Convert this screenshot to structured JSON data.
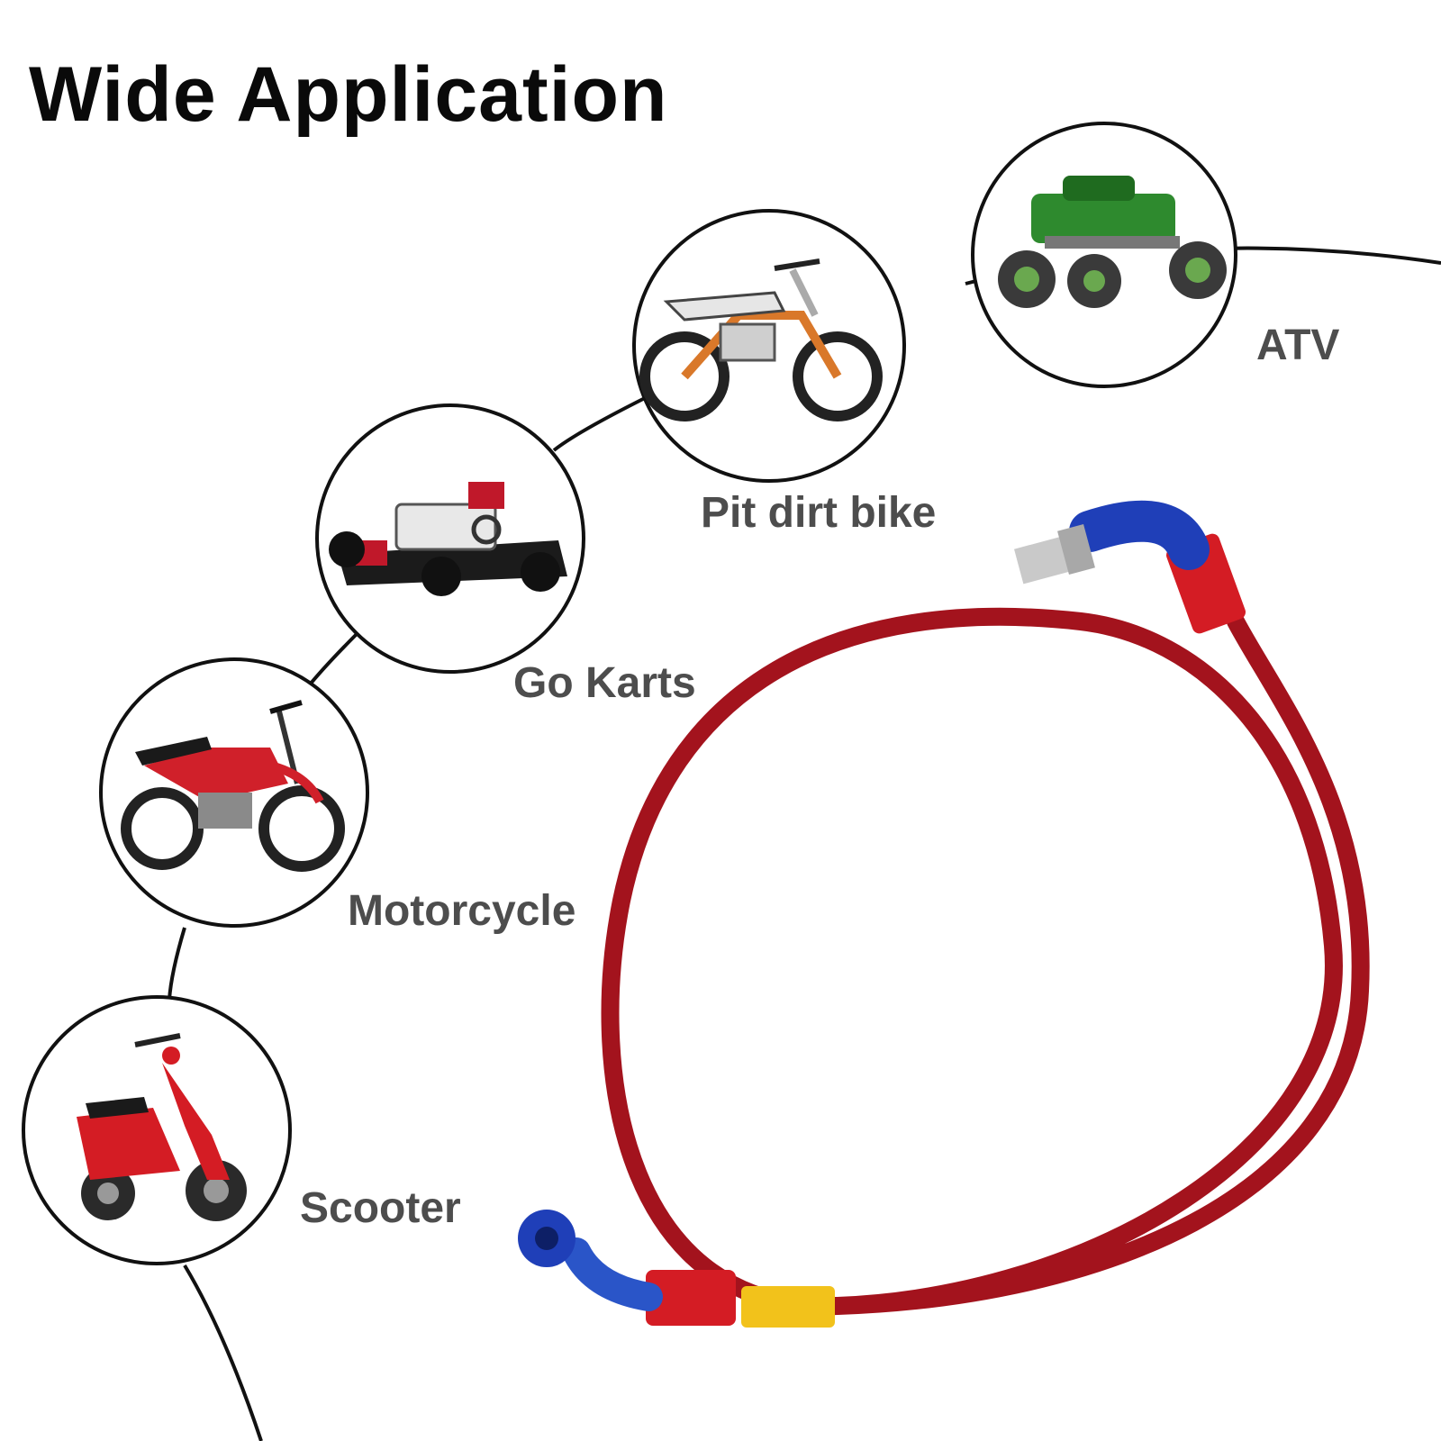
{
  "title": "Wide Application",
  "applications": [
    {
      "label": "ATV",
      "icon": "atv-icon"
    },
    {
      "label": "Pit dirt bike",
      "icon": "dirt-bike-icon"
    },
    {
      "label": "Go Karts",
      "icon": "go-kart-icon"
    },
    {
      "label": "Motorcycle",
      "icon": "motorcycle-icon"
    },
    {
      "label": "Scooter",
      "icon": "scooter-icon"
    }
  ],
  "colors": {
    "hose": "#a3131d",
    "fitting_blue": "#1f3fb8",
    "fitting_red": "#d41c24",
    "sleeve_yellow": "#f2c21b",
    "atv_green": "#2e8a2e",
    "label": "#4d4d4d"
  }
}
